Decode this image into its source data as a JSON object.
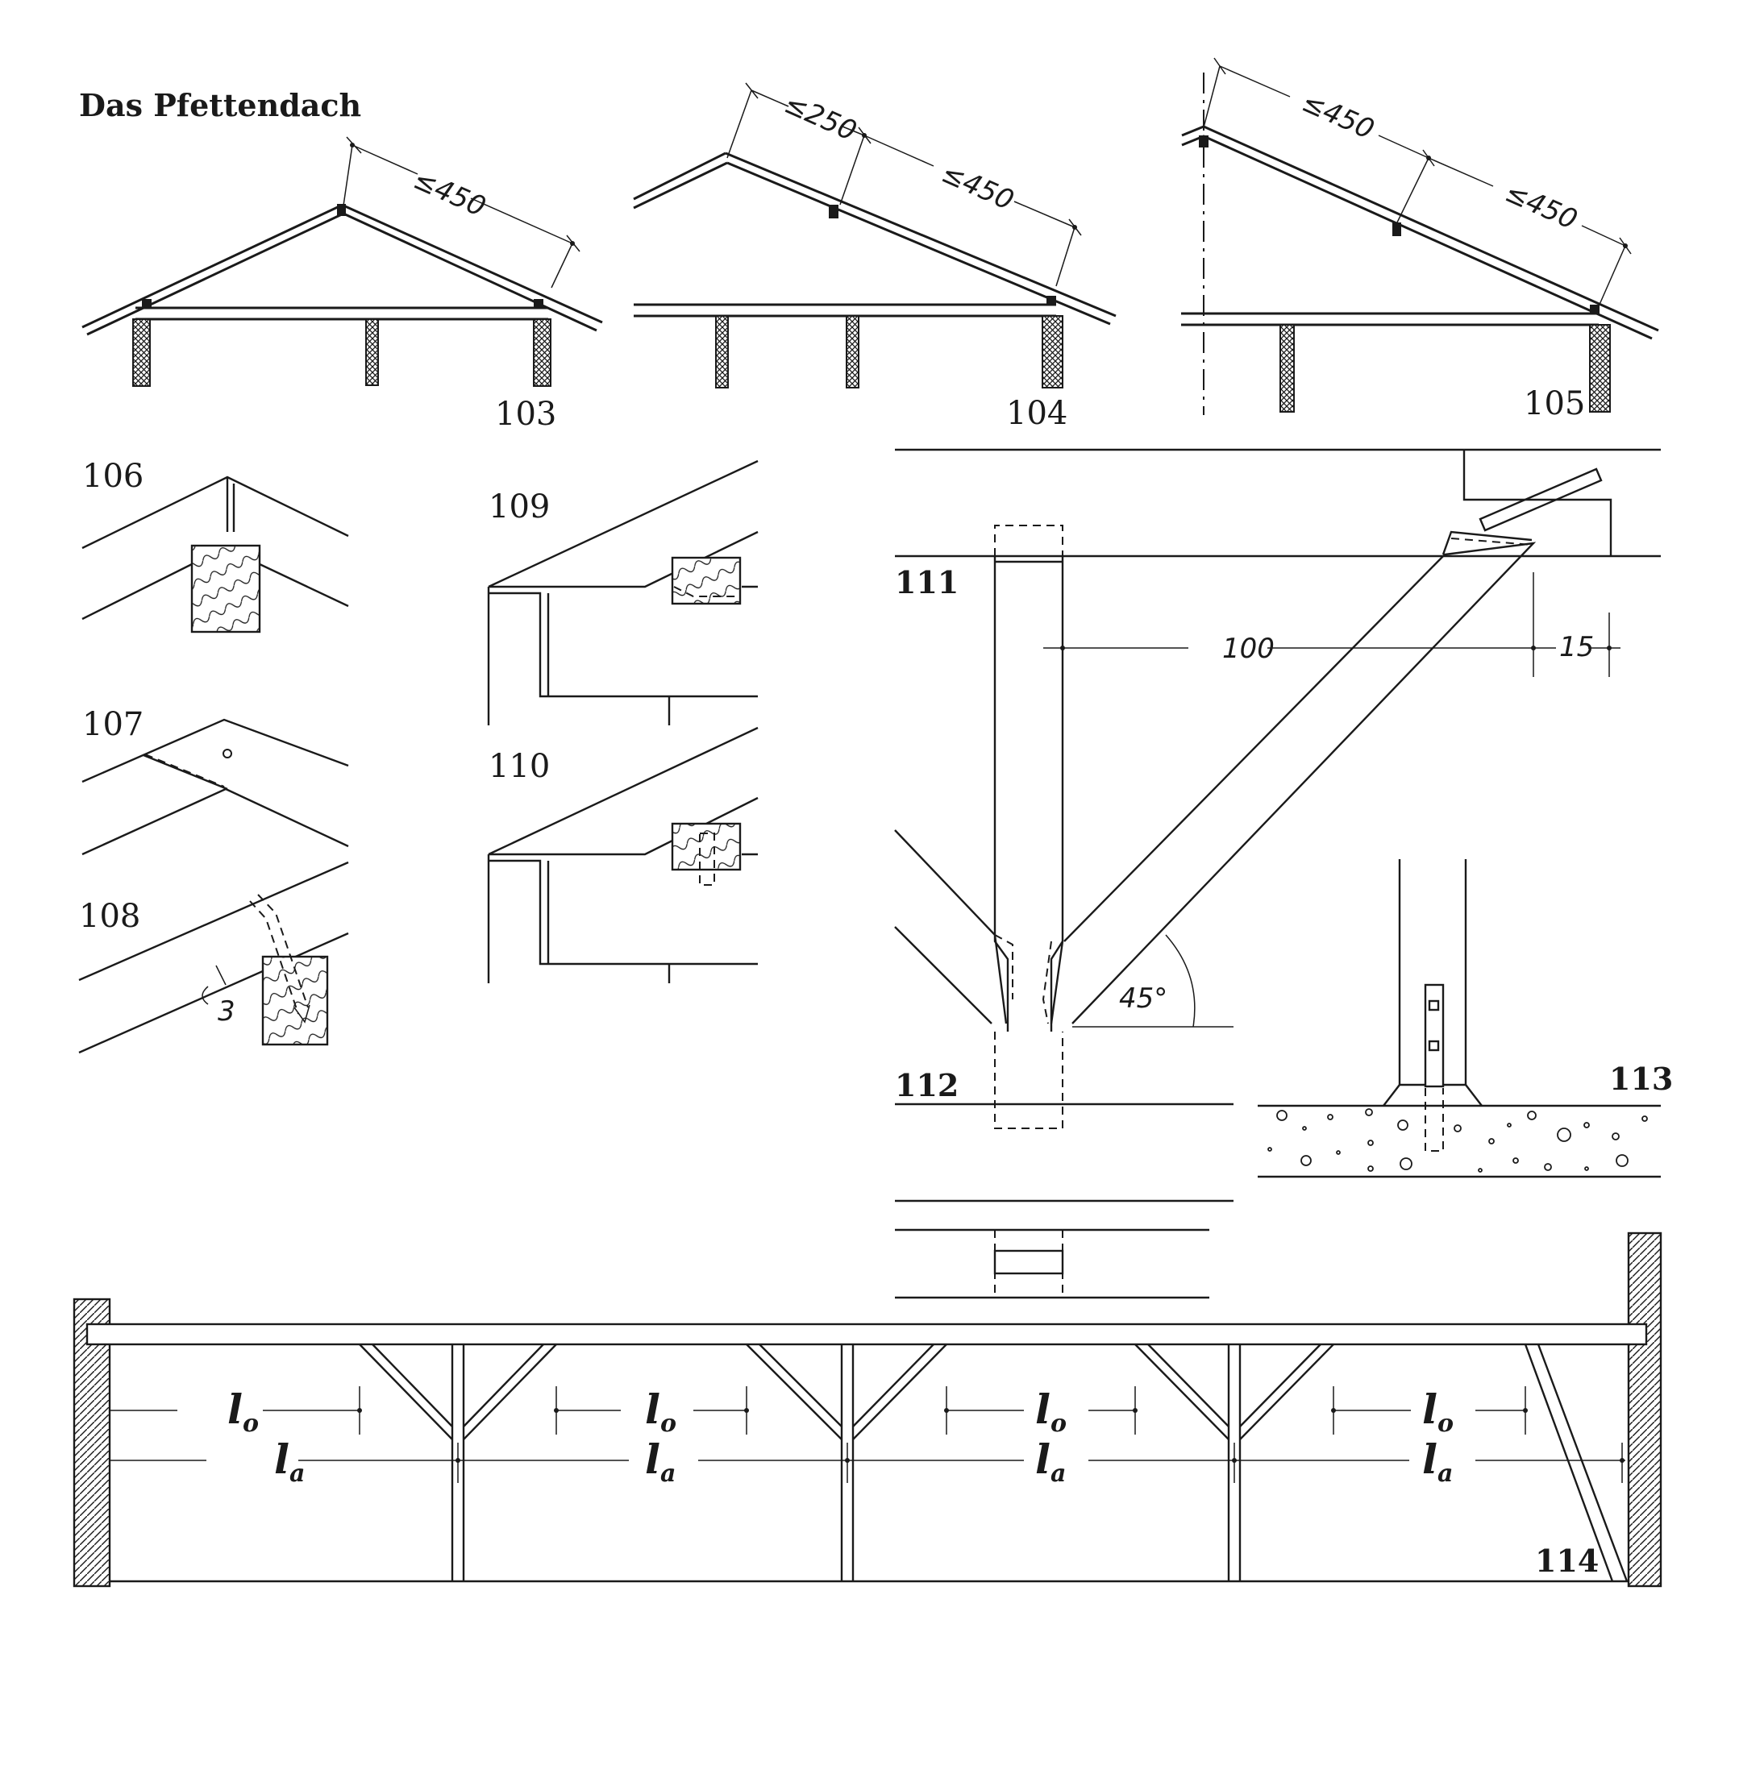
{
  "title": "Das Pfettendach",
  "figures": {
    "f103": {
      "number": "103",
      "dims": [
        "≤450"
      ]
    },
    "f104": {
      "number": "104",
      "dims": [
        "≤250",
        "≤450"
      ]
    },
    "f105": {
      "number": "105",
      "dims": [
        "≤450",
        "≤450"
      ]
    },
    "f106": {
      "number": "106"
    },
    "f107": {
      "number": "107"
    },
    "f108": {
      "number": "108",
      "dims": [
        "3"
      ]
    },
    "f109": {
      "number": "109"
    },
    "f110": {
      "number": "110"
    },
    "f111": {
      "number": "111",
      "dims": [
        "100",
        "15"
      ],
      "angle": "45°"
    },
    "f112": {
      "number": "112"
    },
    "f113": {
      "number": "113"
    },
    "f114": {
      "number": "114",
      "labels": {
        "upper": "l",
        "upper_sub": "o",
        "lower": "l",
        "lower_sub": "a"
      }
    }
  }
}
